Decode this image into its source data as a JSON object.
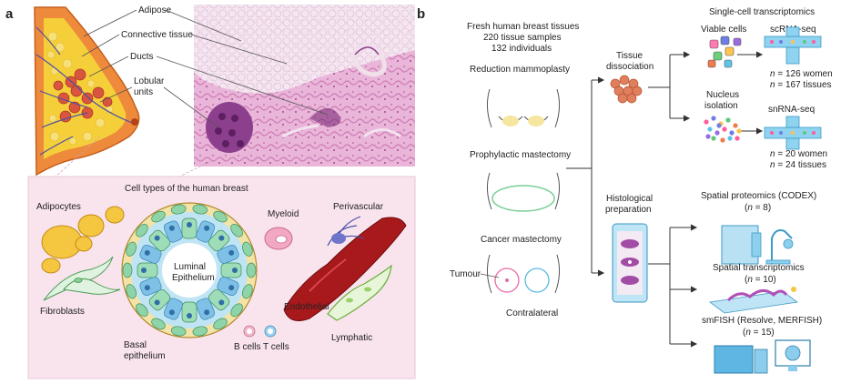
{
  "panel_a": {
    "letter": "a",
    "anatomy_labels": {
      "adipose": "Adipose",
      "connective": "Connective tissue",
      "ducts": "Ducts",
      "lobular_1": "Lobular",
      "lobular_2": "units"
    },
    "cell_types": {
      "title": "Cell types of the human breast",
      "adipocytes": "Adipocytes",
      "fibroblasts": "Fibroblasts",
      "luminal_1": "Luminal",
      "luminal_2": "Epithelium",
      "basal_1": "Basal",
      "basal_2": "epithelium",
      "myeloid": "Myeloid",
      "perivascular": "Perivascular",
      "endothelial": "Endothelial",
      "b_cells": "B cells",
      "t_cells": "T cells",
      "lymphatic": "Lymphatic"
    }
  },
  "panel_b": {
    "letter": "b",
    "header_1": "Fresh human breast tissues",
    "header_2": "220 tissue samples",
    "header_3": "132 individuals",
    "reduction": "Reduction mammoplasty",
    "prophylactic": "Prophylactic mastectomy",
    "cancer": "Cancer mastectomy",
    "tumour": "Tumour",
    "contralateral": "Contralateral",
    "dissociation_1": "Tissue",
    "dissociation_2": "dissociation",
    "histo_1": "Histological",
    "histo_2": "preparation",
    "sc_title": "Single-cell transcriptomics",
    "viable": "Viable cells",
    "nucleus_1": "Nucleus",
    "nucleus_2": "isolation",
    "scrna": "scRNA-seq",
    "snrna": "snRNA-seq",
    "n_label": "n",
    "sc_women": " = 126 women",
    "sc_tissues": " = 167 tissues",
    "sn_women": " = 20 women",
    "sn_tissues": " = 24 tissues",
    "codex": "Spatial proteomics (CODEX)",
    "codex_n": " = 8)",
    "spatial_tx": "Spatial transcriptomics",
    "spatial_n": " = 10)",
    "smfish": "smFISH (Resolve, MERFISH)",
    "smfish_n": " = 15)",
    "open_paren": "("
  },
  "colors": {
    "skin": "#ee8a3c",
    "adipose_yellow": "#f5cf3a",
    "lobule_red": "#d9553f",
    "he_pink": "#d98bbf",
    "inset_bg": "#f9e4ee",
    "luminal_green": "#8fd4a8",
    "basal_blue": "#7fc0e6",
    "vessel_red": "#a8191c",
    "cyan": "#7fd1ee",
    "line": "#333333"
  }
}
